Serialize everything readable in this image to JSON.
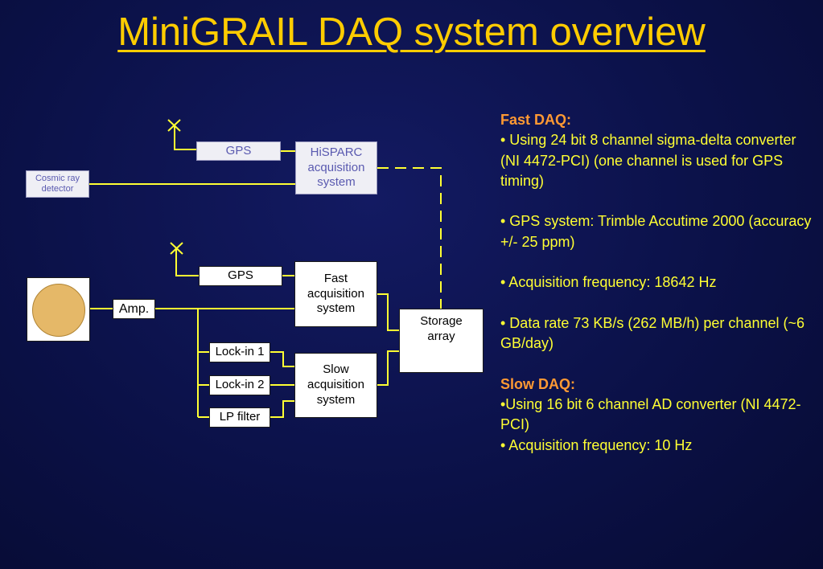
{
  "title": "MiniGRAIL DAQ system overview",
  "diagram": {
    "hisparc_gps": "GPS",
    "hisparc_system": "HiSPARC\nacquisition\nsystem",
    "cosmic_ray": "Cosmic ray\ndetector",
    "gps": "GPS",
    "fast_system": "Fast\nacquisition\nsystem",
    "amp": "Amp.",
    "storage": "Storage\narray",
    "lockin1": "Lock-in 1",
    "lockin2": "Lock-in 2",
    "lp_filter": "LP filter",
    "slow_system": "Slow\nacquisition\nsystem"
  },
  "notes": {
    "fast_heading": "Fast DAQ:",
    "fast_1": "• Using 24 bit 8 channel sigma-delta converter (NI 4472-PCI) (one channel is used for GPS timing)",
    "fast_2": "• GPS system: Trimble Accutime 2000 (accuracy +/- 25 ppm)",
    "fast_3": "• Acquisition frequency: 18642 Hz",
    "fast_4": "• Data rate 73 KB/s (262 MB/h) per channel (~6 GB/day)",
    "slow_heading": "Slow DAQ:",
    "slow_1": "•Using 16 bit 6 channel AD converter (NI 4472-PCI)",
    "slow_2": "• Acquisition frequency: 10 Hz"
  },
  "colors": {
    "background": "#0b1148",
    "title": "#ffcc00",
    "note_text": "#ffff33",
    "note_heading": "#ff9933",
    "wire": "#ffff33",
    "sphere": "#e5b868"
  },
  "icons": [
    "antenna-icon",
    "sphere-detector-icon",
    "disk-stack-icon"
  ]
}
